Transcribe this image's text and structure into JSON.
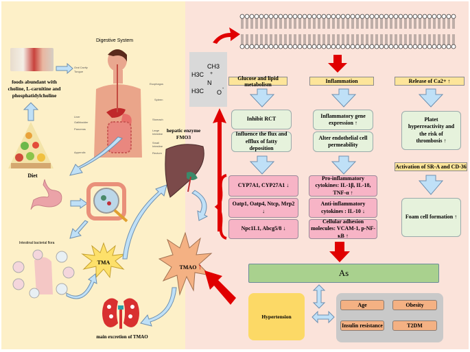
{
  "left_panel": {
    "foods_text": "foods abundant with choline, L-carnitine and phosphatidylcholine",
    "diet_label": "Diet",
    "digestive_title": "Digestive System",
    "organ_labels": [
      "Oral Cavity",
      "Tongue",
      "Esophagus",
      "Spleen",
      "Liver",
      "Gallbladder",
      "Pancreas",
      "Stomach",
      "Large Intestine",
      "Small Intestine",
      "Appendix",
      "Rectum"
    ],
    "flora_label": "Intestinal bacterial flora",
    "tma_label": "TMA",
    "liver_label": "hepatic enzyme FMO3",
    "kidney_label": "main excretion of TMAO",
    "tmao_label": "TMAO",
    "tmao_arrow": "↑"
  },
  "molecule": {
    "ch3_top": "CH3",
    "h3c_left": "H3C",
    "h3c_bottom": "H3C",
    "n": "N",
    "o": "O",
    "plus": "+",
    "minus": "-"
  },
  "columns": [
    {
      "header": "Glucose and lipid metabolism",
      "effects": [
        "Inhibit RCT",
        "Influence the flux and efflux of fatty deposition"
      ],
      "markers": [
        "CYP7A1, CYP27A1 ↓",
        "Oatp1, Oatp4, Ntcp, Mrp2 ↓",
        "Npc1L1, Abcg5/8 ↓"
      ]
    },
    {
      "header": "Inflammation",
      "effects": [
        "Inflammatory gene expression ↑",
        "Alter endothelial cell permeability"
      ],
      "markers": [
        "Pro-inflammatory cytokines: IL-1β, IL-18, TNF-α ↑",
        "Anti-inflammatory cytokines : IL-10 ↓",
        "Cellular adhesion molecules: VCAM-1, p-NF-κB ↑"
      ]
    },
    {
      "header": "Release of Ca2+ ↑",
      "effects": [
        "Platet hyperreactivity and the risk of thrombosis ↑"
      ],
      "header2": "Activation of SR-A and CD-36",
      "markers": [
        "Foam cell formation ↑"
      ]
    }
  ],
  "outcome": "As",
  "risk": {
    "hypertension": "Hypertension",
    "factors": [
      "Age",
      "Obesity",
      "Insulin resistance",
      "T2DM"
    ]
  },
  "colors": {
    "left_bg": "#fdf0c8",
    "right_bg": "#fbe3da",
    "header": "#fde59a",
    "green_box": "#e6f2dc",
    "pink_box": "#f7b4c6",
    "as_box": "#a9d18e",
    "hypertension": "#fcd966",
    "factor": "#f4b183",
    "red_arrow": "#e00000",
    "blue_arrow": "#bfe0f7"
  }
}
